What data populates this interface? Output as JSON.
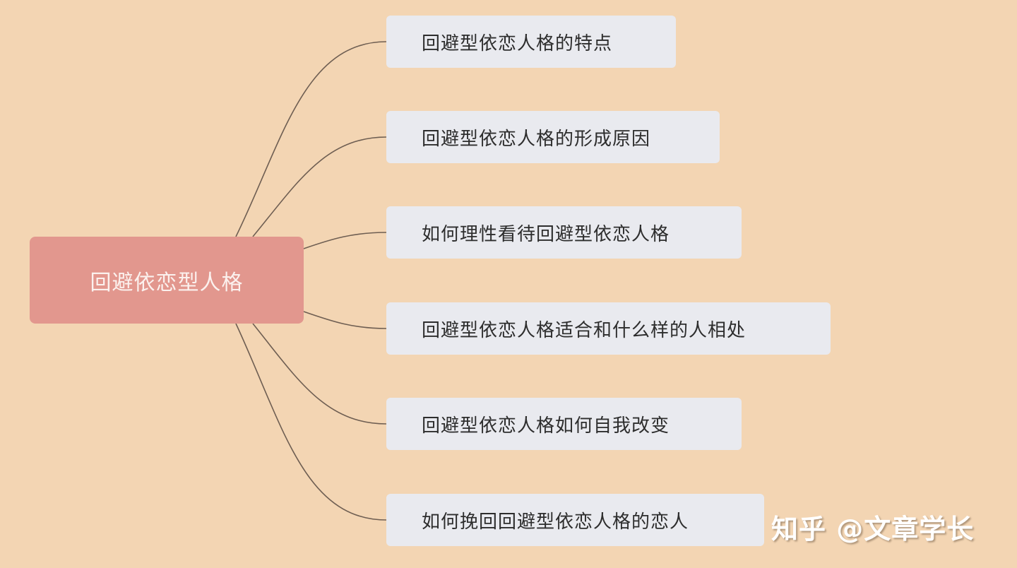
{
  "diagram": {
    "type": "mind-map",
    "root": {
      "label": "回避依恋型人格",
      "color": "#e2978e"
    },
    "branches": [
      {
        "label": "回避型依恋人格的特点"
      },
      {
        "label": "回避型依恋人格的形成原因"
      },
      {
        "label": "如何理性看待回避型依恋人格"
      },
      {
        "label": "回避型依恋人格适合和什么样的人相处"
      },
      {
        "label": "回避型依恋人格如何自我改变"
      },
      {
        "label": "如何挽回回避型依恋人格的恋人"
      }
    ],
    "colors": {
      "background": "#f3d5b3",
      "branch_fill": "#e9eaef",
      "connector": "#6e5e52"
    }
  },
  "watermark": {
    "text": "知乎 @文章学长"
  }
}
